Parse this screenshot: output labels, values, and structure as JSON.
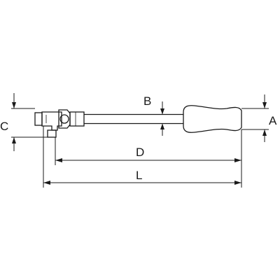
{
  "labels": {
    "a": "A",
    "b": "B",
    "c": "C",
    "d": "D",
    "l": "L"
  },
  "parts": {
    "head": "ratchet-head",
    "bar": "extension-bar",
    "grip": "handle-grip"
  }
}
